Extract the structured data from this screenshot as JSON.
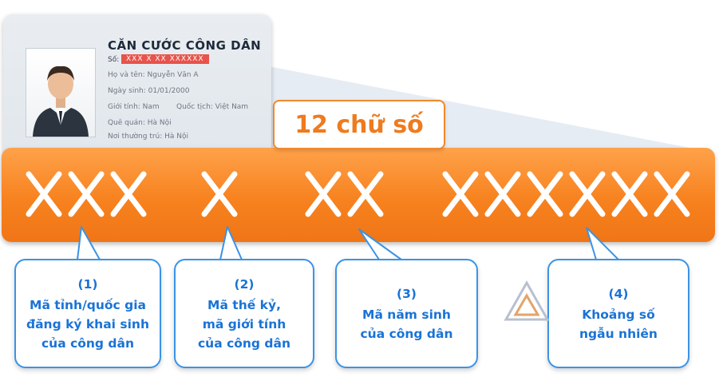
{
  "card": {
    "title": "CĂN CƯỚC CÔNG DÂN",
    "so_label": "Số:",
    "so_value": "XXX X XX XXXXXX",
    "lines": [
      "Họ và tên: Nguyễn Văn A",
      "Ngày sinh: 01/01/2000",
      "Giới tính: Nam",
      "Quốc tịch: Việt Nam",
      "Quê quán: Hà Nội",
      "Nơi thường trú: Hà Nội"
    ]
  },
  "digits_label": "12 chữ số",
  "groups": [
    {
      "count": 3
    },
    {
      "count": 1
    },
    {
      "count": 2
    },
    {
      "count": 6
    }
  ],
  "callouts": [
    {
      "num": "(1)",
      "lines": [
        "Mã tỉnh/quốc gia",
        "đăng ký khai sinh",
        "của công dân"
      ]
    },
    {
      "num": "(2)",
      "lines": [
        "Mã thế kỷ,",
        "mã giới tính",
        "của công dân"
      ]
    },
    {
      "num": "(3)",
      "lines": [
        "Mã năm sinh",
        "của công dân"
      ]
    },
    {
      "num": "(4)",
      "lines": [
        "Khoảng số",
        "ngẫu nhiên"
      ]
    }
  ],
  "colors": {
    "orange": "#f7821f",
    "blue": "#3b93e6",
    "text_blue": "#1a73d6"
  }
}
